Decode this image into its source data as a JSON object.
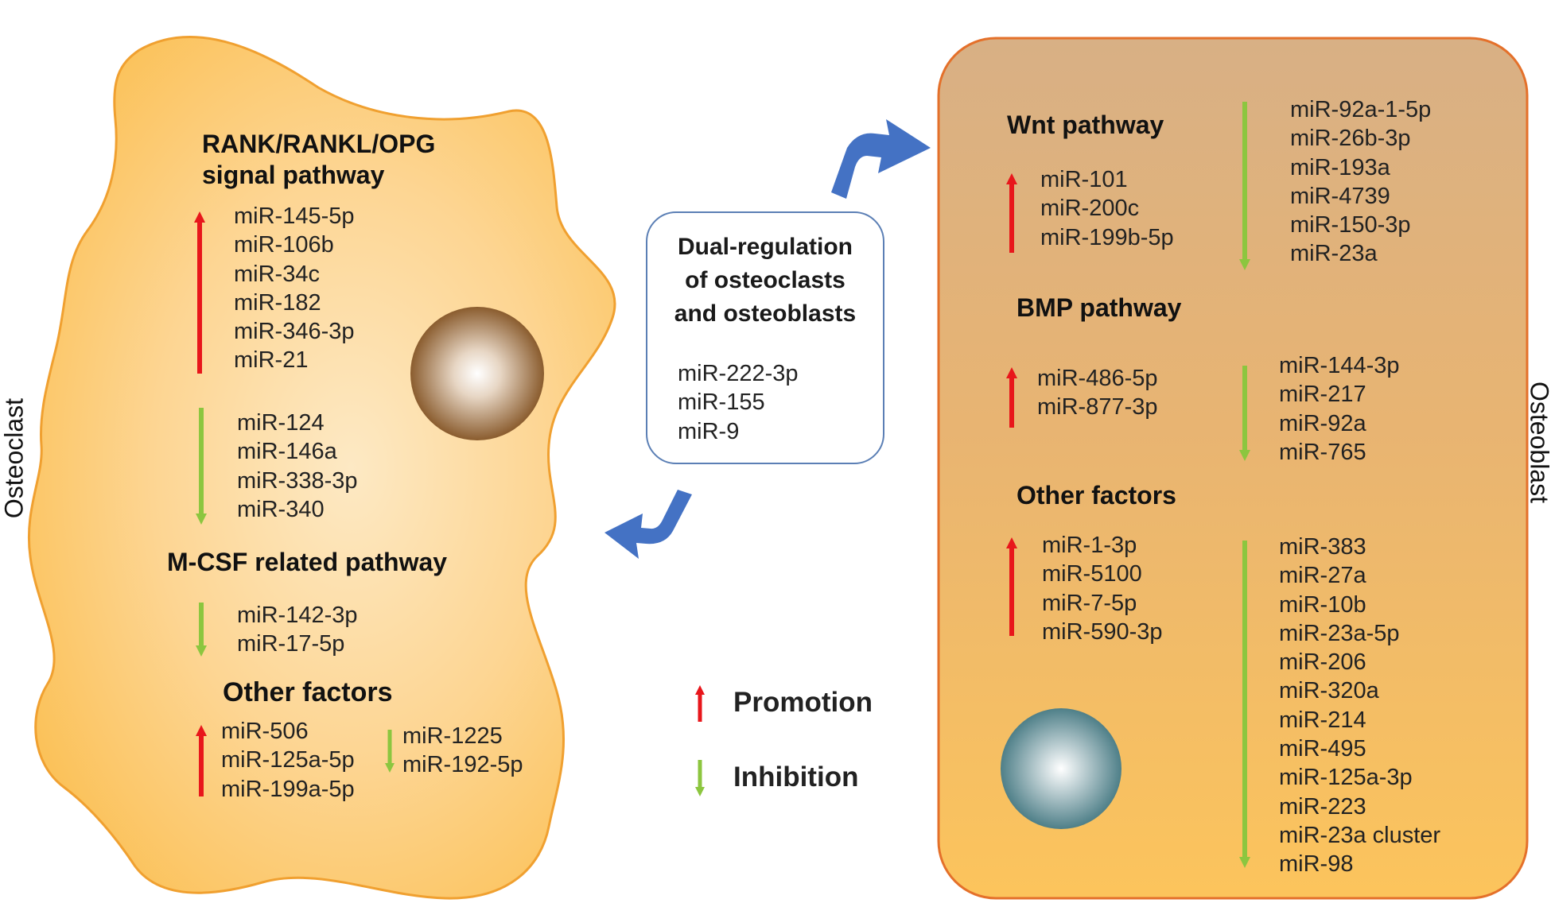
{
  "labels": {
    "osteoclast": "Osteoclast",
    "osteoblast": "Osteoblast"
  },
  "osteoclast": {
    "rank": {
      "title_line1": "RANK/RANKL/OPG",
      "title_line2": "signal pathway",
      "promotion": [
        "miR-145-5p",
        "miR-106b",
        "miR-34c",
        "miR-182",
        "miR-346-3p",
        "miR-21"
      ],
      "inhibition": [
        "miR-124",
        "miR-146a",
        "miR-338-3p",
        "miR-340"
      ]
    },
    "mcsf": {
      "title": "M-CSF related pathway",
      "inhibition": [
        "miR-142-3p",
        "miR-17-5p"
      ]
    },
    "other": {
      "title": "Other factors",
      "promotion": [
        "miR-506",
        "miR-125a-5p",
        "miR-199a-5p"
      ],
      "inhibition": [
        "miR-1225",
        "miR-192-5p"
      ]
    }
  },
  "dual": {
    "title": [
      "Dual-regulation",
      "of osteoclasts",
      "and osteoblasts"
    ],
    "items": [
      "miR-222-3p",
      "miR-155",
      "miR-9"
    ]
  },
  "osteoblast": {
    "wnt": {
      "title": "Wnt pathway",
      "promotion": [
        "miR-101",
        "miR-200c",
        "miR-199b-5p"
      ],
      "inhibition": [
        "miR-92a-1-5p",
        "miR-26b-3p",
        "miR-193a",
        "miR-4739",
        "miR-150-3p",
        "miR-23a"
      ]
    },
    "bmp": {
      "title": "BMP pathway",
      "promotion": [
        "miR-486-5p",
        "miR-877-3p"
      ],
      "inhibition": [
        "miR-144-3p",
        "miR-217",
        "miR-92a",
        "miR-765"
      ]
    },
    "other": {
      "title": "Other factors",
      "promotion": [
        "miR-1-3p",
        "miR-5100",
        "miR-7-5p",
        "miR-590-3p"
      ],
      "inhibition": [
        "miR-383",
        "miR-27a",
        "miR-10b",
        "miR-23a-5p",
        "miR-206",
        "miR-320a",
        "miR-214",
        "miR-495",
        "miR-125a-3p",
        "miR-223",
        "miR-23a cluster",
        "miR-98"
      ]
    }
  },
  "legend": {
    "promotion": "Promotion",
    "inhibition": "Inhibition"
  },
  "colors": {
    "promotion": "#e8161b",
    "inhibition": "#8cc63f",
    "osteoclast_fill_center": "#fde9c4",
    "osteoclast_fill_edge": "#fbc25a",
    "osteoclast_border": "#f0a030",
    "osteoblast_fill_top": "#d8b085",
    "osteoblast_fill_bottom": "#fcc45c",
    "osteoblast_border": "#e4702a",
    "curved_arrow": "#4472c4",
    "dual_box_border": "#5b7fb5"
  }
}
